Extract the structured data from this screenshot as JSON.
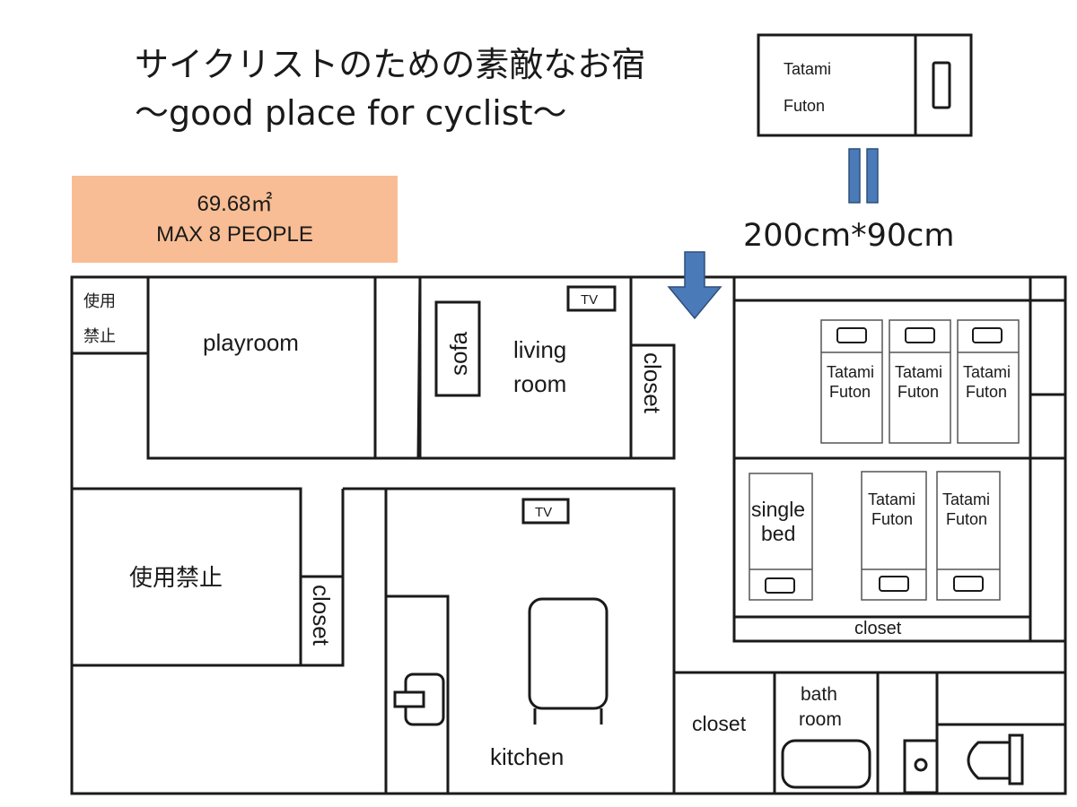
{
  "header": {
    "title_ja": "サイクリストのための素敵なお宿",
    "title_en": "～good place for cyclist～"
  },
  "info_box": {
    "area": "69.68㎡",
    "capacity": "MAX 8 PEOPLE",
    "color": "#f8bd94"
  },
  "legend": {
    "futon_line1": "Tatami",
    "futon_line2": "Futon",
    "dimension": "200cm*90cm",
    "arrow_color": "#4a7ab8"
  },
  "rooms": {
    "no_use_small_line1": "使用",
    "no_use_small_line2": "禁止",
    "playroom": "playroom",
    "sofa": "sofa",
    "living_line1": "living",
    "living_line2": "room",
    "tv": "TV",
    "closet": "closet",
    "no_use_large": "使用禁止",
    "kitchen": "kitchen",
    "single_bed_line1": "single",
    "single_bed_line2": "bed",
    "futon_line1": "Tatami",
    "futon_line2": "Futon",
    "bath_line1": "bath",
    "bath_line2": "room"
  }
}
